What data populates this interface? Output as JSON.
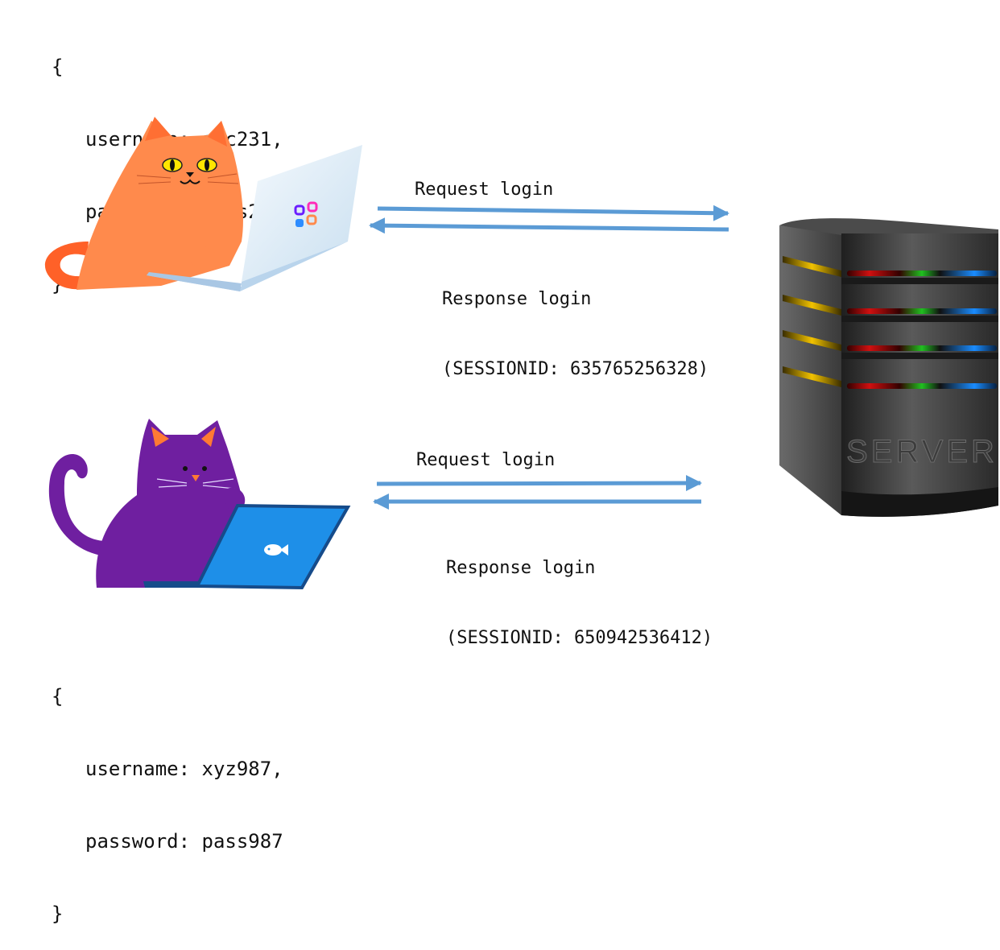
{
  "user1": {
    "credentials": {
      "open": "{",
      "username_line": "username: abc231,",
      "password_line": "password: pass231",
      "close": "}"
    }
  },
  "user2": {
    "credentials": {
      "open": "{",
      "username_line": "username: xyz987,",
      "password_line": "password: pass987",
      "close": "}"
    }
  },
  "flow1": {
    "request": "Request login",
    "response_line1": "Response login",
    "response_line2": "(SESSIONID: 635765256328)"
  },
  "flow2": {
    "request": "Request login",
    "response_line1": "Response login",
    "response_line2": "(SESSIONID: 650942536412)"
  },
  "server": {
    "label": "SERVER"
  },
  "colors": {
    "arrow": "#5b9bd5",
    "orange_cat": "#ff8a4c",
    "purple_cat": "#6f1fa0",
    "laptop_blue": "#1e8fe8",
    "server_body": "#2e2e2e"
  }
}
